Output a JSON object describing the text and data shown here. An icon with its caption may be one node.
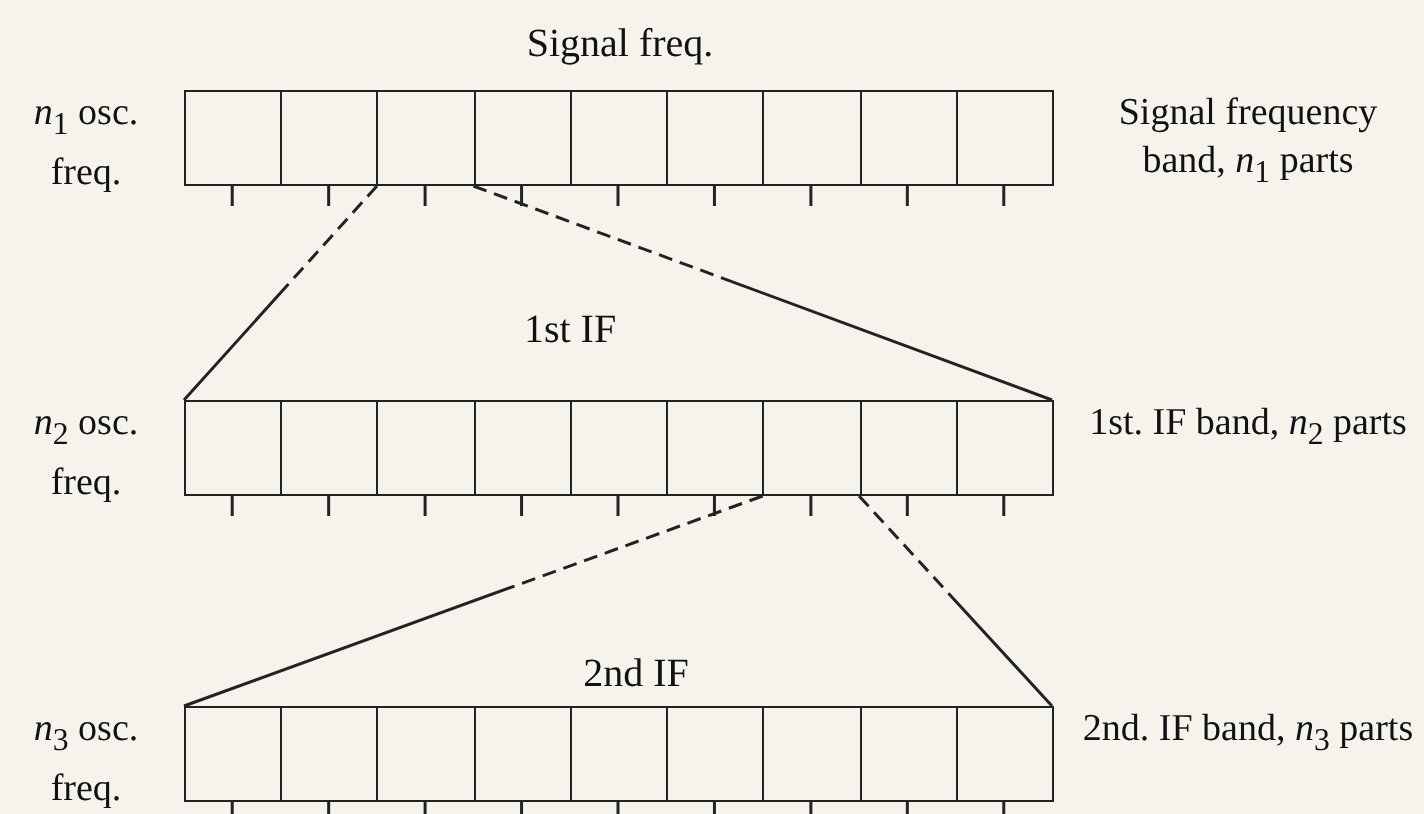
{
  "diagram": {
    "nodes": [
      {
        "text": [
          "Signal freq."
        ],
        "beside": [
          "*n*$_{1}$ osc. freq.",
          "Signal frequency band, *n*$_{1}$ parts"
        ]
      },
      {
        "text": [],
        "shape": "box",
        "in": 0
      },
      {
        "text": [],
        "shape": "box",
        "in": 0
      },
      {
        "text": [],
        "shape": "box",
        "in": 0
      },
      {
        "text": [],
        "shape": "box",
        "in": 0
      },
      {
        "text": [],
        "shape": "box",
        "in": 0
      },
      {
        "text": [],
        "shape": "box",
        "in": 0
      },
      {
        "text": [],
        "shape": "box",
        "in": 0
      },
      {
        "text": [],
        "shape": "box",
        "in": 0
      },
      {
        "text": [],
        "shape": "box",
        "in": 0
      },
      {
        "text": [
          "1st IF"
        ],
        "beside": [
          "*n*$_{2}$ osc. freq.",
          "1st. IF band, *n*$_{2}$ parts"
        ]
      },
      {
        "text": [],
        "shape": "box",
        "in": 10
      },
      {
        "text": [],
        "shape": "box",
        "in": 10
      },
      {
        "text": [],
        "shape": "box",
        "in": 10
      },
      {
        "text": [],
        "shape": "box",
        "in": 10
      },
      {
        "text": [],
        "shape": "box",
        "in": 10
      },
      {
        "text": [],
        "shape": "box",
        "in": 10
      },
      {
        "text": [],
        "shape": "box",
        "in": 10
      },
      {
        "text": [],
        "shape": "box",
        "in": 10
      },
      {
        "text": [],
        "shape": "box",
        "in": 10
      },
      {
        "text": [
          "2nd IF"
        ],
        "beside": [
          "*n*$_{3}$ osc. freq.",
          "2nd. IF band, *n*$_{3}$ parts"
        ]
      },
      {
        "text": [],
        "shape": "box",
        "in": 20
      },
      {
        "text": [],
        "shape": "box",
        "in": 20
      },
      {
        "text": [],
        "shape": "box",
        "in": 20
      },
      {
        "text": [],
        "shape": "box",
        "in": 20
      },
      {
        "text": [],
        "shape": "box",
        "in": 20
      },
      {
        "text": [],
        "shape": "box",
        "in": 20
      },
      {
        "text": [],
        "shape": "box",
        "in": 20
      },
      {
        "text": [],
        "shape": "box",
        "in": 20
      },
      {
        "text": [],
        "shape": "box",
        "in": 20
      }
    ],
    "edges": [
      {
        "from": 3,
        "to": 10,
        "arrow": "none"
      },
      {
        "from": 3,
        "to": 10,
        "arrow": "none"
      },
      {
        "from": 17,
        "to": 20,
        "arrow": "none"
      },
      {
        "from": 17,
        "to": 20,
        "arrow": "none"
      }
    ]
  }
}
